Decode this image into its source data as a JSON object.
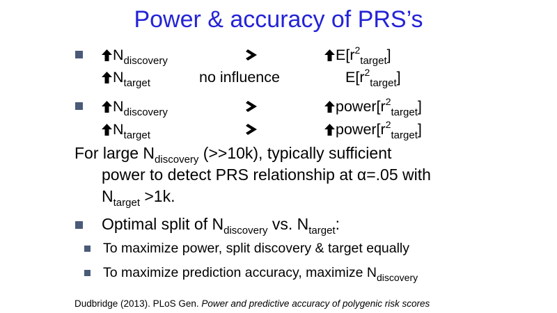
{
  "title": "Power & accuracy of PRS’s",
  "colors": {
    "title": "#2323d6",
    "bullet": "#4a5a78"
  },
  "icons": {
    "increase": "bold-up-arrow-icon",
    "leads_to": "bold-right-arrow-icon"
  },
  "block1": {
    "row1": {
      "left_base": "N",
      "left_sub": "discovery",
      "right_prefix": "E[r",
      "right_sup": "2",
      "right_sub": "target",
      "right_suffix": "]"
    },
    "row2": {
      "left_base": "N",
      "left_sub": "target",
      "middle": "no influence",
      "right_prefix": "E[r",
      "right_sup": "2",
      "right_sub": "target",
      "right_suffix": "]"
    }
  },
  "block2": {
    "row1": {
      "left_base": "N",
      "left_sub": "discovery",
      "right_prefix": "power[r",
      "right_sup": "2",
      "right_sub": "target",
      "right_suffix": "]"
    },
    "row2": {
      "left_base": "N",
      "left_sub": "target",
      "right_prefix": "power[r",
      "right_sup": "2",
      "right_sub": "target",
      "right_suffix": "]"
    }
  },
  "paragraph": {
    "line1_a": "For large N",
    "line1_sub": "discovery",
    "line1_b": " (>>10k), typically sufficient",
    "line2": "power to detect PRS relationship at α=.05 with",
    "line3_base": "N",
    "line3_sub": "target",
    "line3_b": " >1k."
  },
  "optimal": {
    "a": "Optimal split of N",
    "sub1": "discovery",
    "b": " vs. N",
    "sub2": "target",
    "c": ":"
  },
  "sub_bullets": [
    {
      "text": "To maximize power, split discovery & target equally"
    },
    {
      "text": "To maximize prediction accuracy, maximize N",
      "sub": "discovery"
    }
  ],
  "citation": {
    "plain": "Dudbridge (2013). PLoS Gen. ",
    "italic": "Power and predictive accuracy of polygenic risk scores"
  }
}
